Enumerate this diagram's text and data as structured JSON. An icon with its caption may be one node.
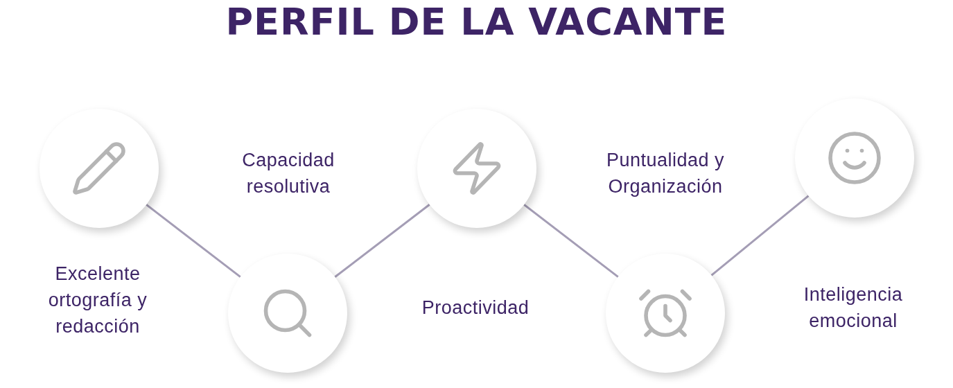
{
  "diagram": {
    "title": "PERFIL DE LA VACANTE",
    "nodes": [
      {
        "text": [],
        "shape": "circle",
        "beside": [
          "Excelente ortografía y redacción"
        ]
      },
      {
        "text": [],
        "shape": "circle",
        "beside": [
          "Capacidad resolutiva"
        ]
      },
      {
        "text": [],
        "shape": "circle",
        "beside": [
          "Proactividad"
        ]
      },
      {
        "text": [],
        "shape": "circle",
        "beside": [
          "Puntualidad y Organización"
        ]
      },
      {
        "text": [],
        "shape": "circle",
        "beside": [
          "Inteligencia emocional"
        ]
      }
    ],
    "edges": [
      {
        "from": 0,
        "to": 1,
        "arrow": "none"
      },
      {
        "from": 1,
        "to": 2,
        "arrow": "none"
      },
      {
        "from": 2,
        "to": 3,
        "arrow": "none"
      },
      {
        "from": 3,
        "to": 4,
        "arrow": "none"
      }
    ]
  }
}
